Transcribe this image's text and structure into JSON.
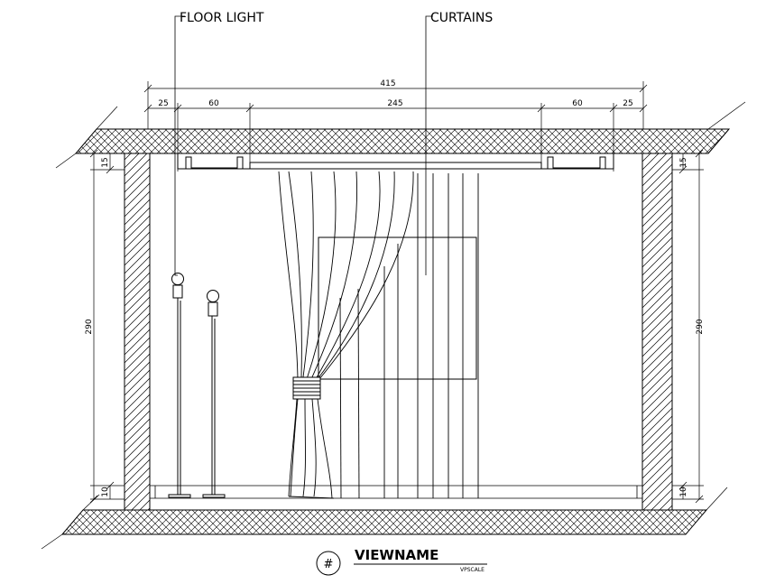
{
  "callouts": {
    "floor_light": "FLOOR LIGHT",
    "curtains": "CURTAINS"
  },
  "dimensions": {
    "overall_width": "415",
    "segment_left_edge": "25",
    "segment_left_rail": "60",
    "segment_center": "245",
    "segment_right_rail": "60",
    "segment_right_edge": "25",
    "ceiling_depth_left": "15",
    "ceiling_depth_right": "15",
    "height_left": "290",
    "height_right": "290",
    "floor_depth_left": "10",
    "floor_depth_right": "10"
  },
  "title_block": {
    "symbol": "#",
    "view_name": "VIEWNAME",
    "scale": "VPSCALE"
  }
}
